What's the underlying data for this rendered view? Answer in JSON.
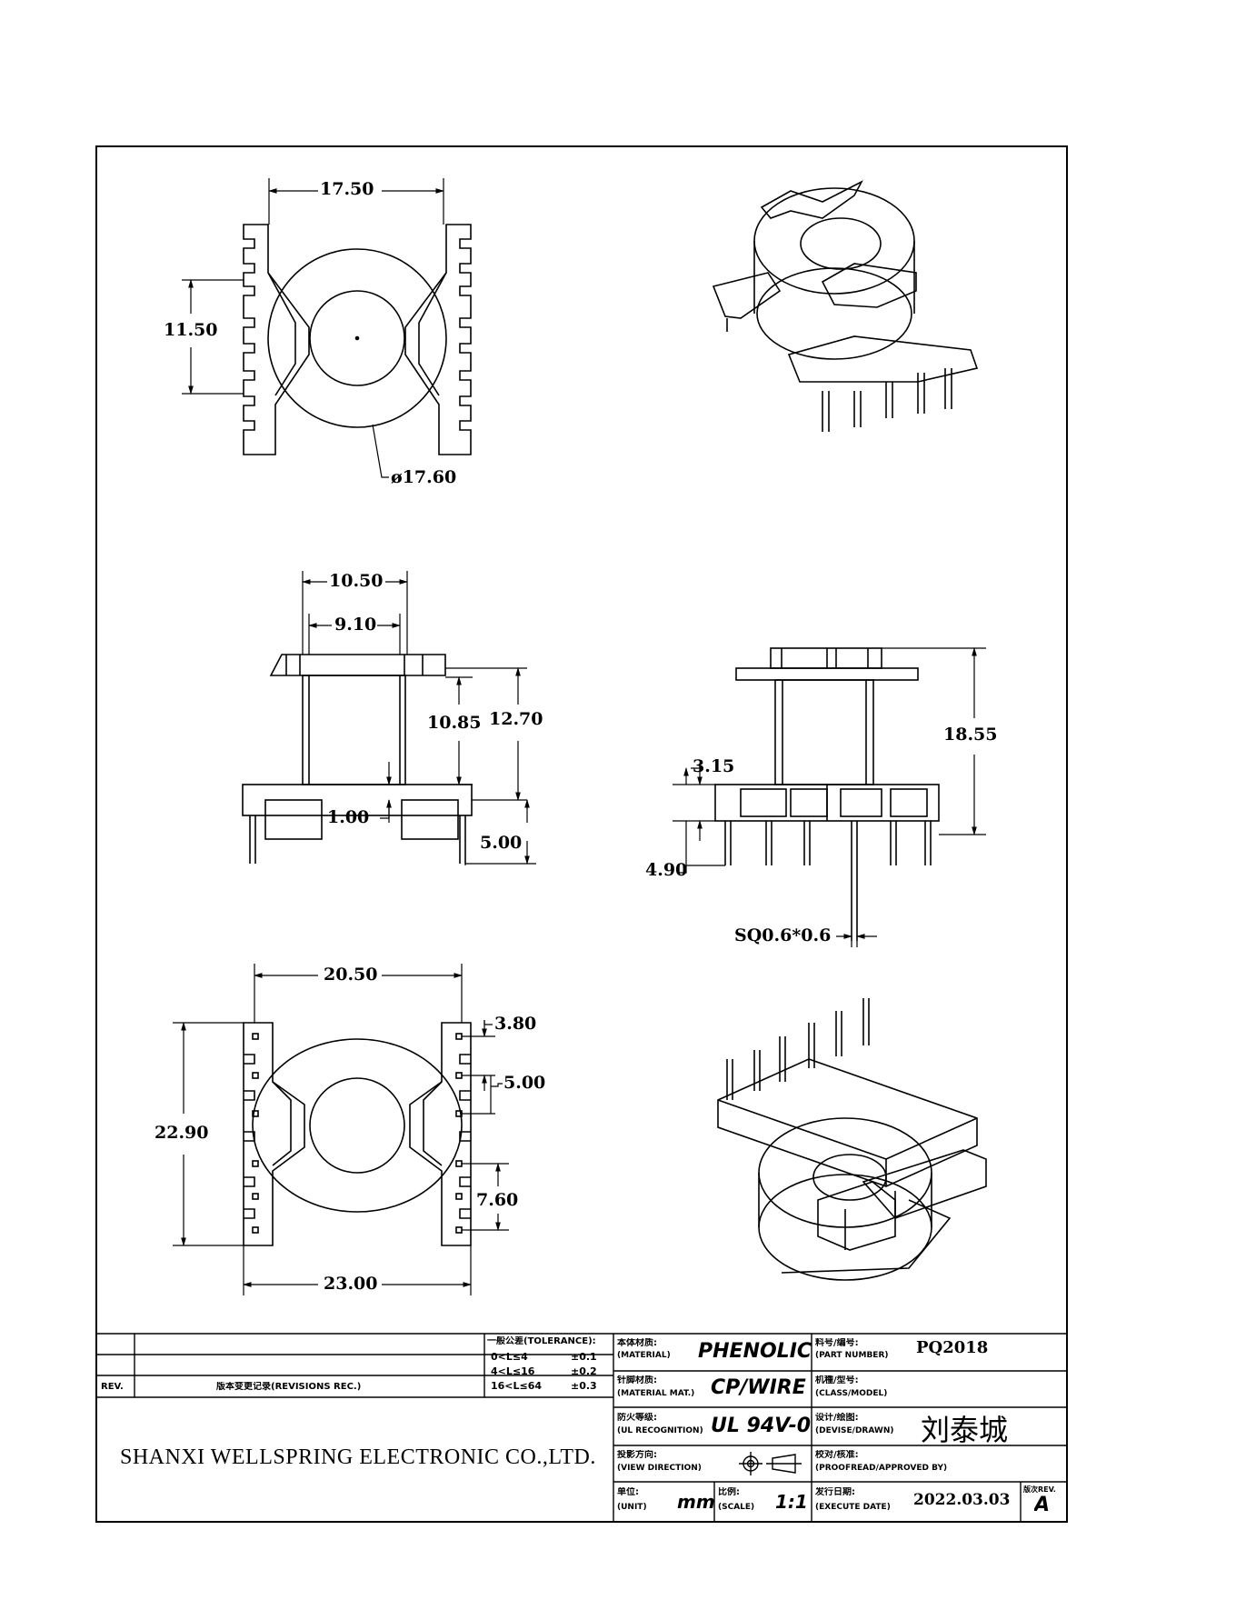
{
  "dimensions": {
    "top_width": "17.50",
    "top_height": "11.50",
    "top_diameter": "ø17.60",
    "mid_outer": "10.50",
    "mid_inner": "9.10",
    "mid_h1": "10.85",
    "mid_h2": "12.70",
    "mid_flange": "1.00",
    "mid_pin": "5.00",
    "side_height": "18.55",
    "side_base": "3.15",
    "side_pin": "4.90",
    "side_pin_size": "SQ0.6*0.6",
    "bot_width_top": "20.50",
    "bot_width_bottom": "23.00",
    "bot_height": "22.90",
    "bot_pitch1": "3.80",
    "bot_pitch2": "5.00",
    "bot_pitch3": "7.60"
  },
  "title_block": {
    "rev_label": "REV.",
    "revisions_label": "版本变更记录(REVISIONS REC.)",
    "tolerance_label": "一般公差(TOLERANCE):",
    "tolerance_rows": [
      {
        "range": "0<L≤4",
        "value": "±0.1"
      },
      {
        "range": "4<L≤16",
        "value": "±0.2"
      },
      {
        "range": "16<L≤64",
        "value": "±0.3"
      }
    ],
    "material_label_cn": "本体材质:",
    "material_label_en": "(MATERIAL)",
    "material_value": "PHENOLIC",
    "pin_material_label_cn": "针脚材质:",
    "pin_material_label_en": "(MATERIAL MAT.)",
    "pin_material_value": "CP/WIRE",
    "flame_label_cn": "防火等级:",
    "flame_label_en": "(UL RECOGNITION)",
    "flame_value": "UL 94V-0",
    "view_label_cn": "投影方向:",
    "view_label_en": "(VIEW DIRECTION)",
    "unit_label_cn": "单位:",
    "unit_label_en": "(UNIT)",
    "unit_value": "mm",
    "scale_label_cn": "比例:",
    "scale_label_en": "(SCALE)",
    "scale_value": "1:1",
    "part_label_cn": "料号/编号:",
    "part_label_en": "(PART NUMBER)",
    "part_value": "PQ2018",
    "class_label_cn": "机種/型号:",
    "class_label_en": "(CLASS/MODEL)",
    "designer_label_cn": "设计/绘图:",
    "designer_label_en": "(DEVISE/DRAWN)",
    "designer_value": "刘泰城",
    "approved_label_cn": "校对/核准:",
    "approved_label_en": "(PROOFREAD/APPROVED BY)",
    "date_label_cn": "发行日期:",
    "date_label_en": "(EXECUTE DATE)",
    "date_value": "2022.03.03",
    "ver_label": "版次REV.",
    "ver_value": "A",
    "company": "SHANXI WELLSPRING ELECTRONIC CO.,LTD."
  }
}
